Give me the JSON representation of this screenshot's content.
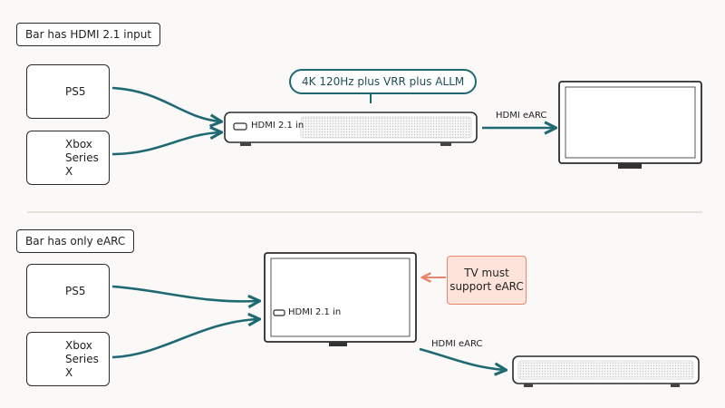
{
  "top": {
    "label": "Bar has HDMI 2.1 input",
    "devices": [
      {
        "name": "PS5",
        "icon": "ps5-console-icon"
      },
      {
        "name": "Xbox\nSeries X",
        "icon": "xbox-console-icon"
      }
    ],
    "callout": "4K 120Hz plus VRR plus ALLM",
    "port_label": "HDMI 2.1 in",
    "link_label": "HDMI eARC"
  },
  "bottom": {
    "label": "Bar has only eARC",
    "devices": [
      {
        "name": "PS5",
        "icon": "ps5-console-icon"
      },
      {
        "name": "Xbox\nSeries X",
        "icon": "xbox-console-icon"
      }
    ],
    "port_label": "HDMI 2.1 in",
    "note": "TV must\nsupport eARC",
    "link_label": "HDMI eARC"
  },
  "colors": {
    "arrow": "#1f6a72",
    "note_fill": "#fde3da",
    "note_border": "#e9876d",
    "note_arrow": "#e9876d",
    "outline": "#2b2b2b"
  }
}
